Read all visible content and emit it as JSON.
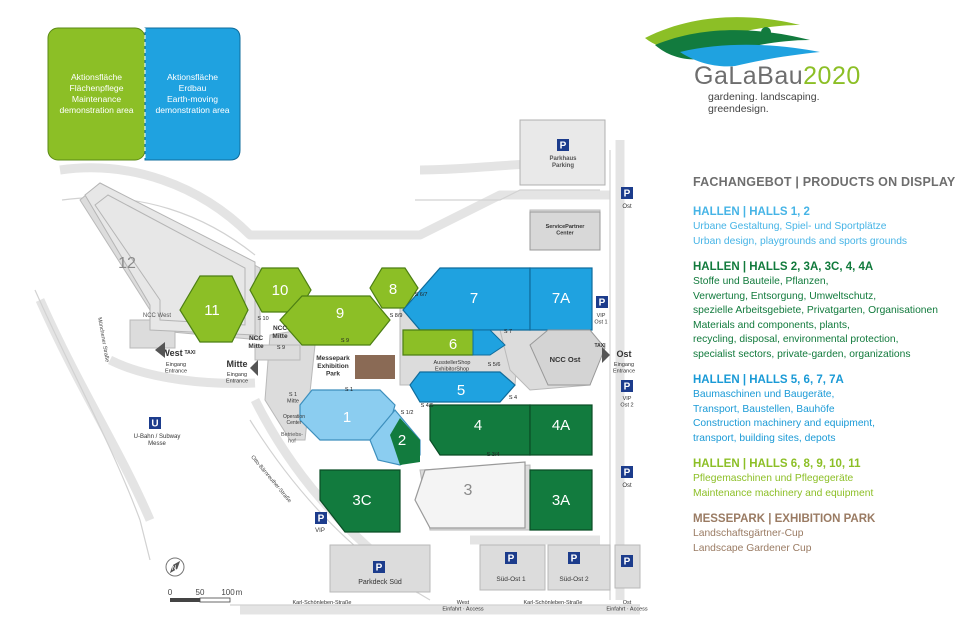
{
  "demo_area": {
    "green_label": "Aktionsfläche\nFlächenpflege\nMaintenance\ndemonstration area",
    "blue_label": "Aktionsfläche\nErdbau\nEarth-moving\ndemonstration area"
  },
  "brand": {
    "name_1": "GaLaBau",
    "name_2": "2020",
    "tag_1": "gardening. landscaping.",
    "tag_2": "greendesign."
  },
  "legend": {
    "heading": "FACHANGEBOT | PRODUCTS ON DISPLAY",
    "sections": [
      {
        "title": "HALLEN | HALLS 1, 2",
        "color": "#46b4e6",
        "lines": [
          "Urbane Gestaltung, Spiel- und Sportplätze",
          "Urban design, playgrounds and sports grounds"
        ]
      },
      {
        "title": "HALLEN | HALLS 2, 3A, 3C, 4, 4A",
        "color": "#117a3c",
        "lines": [
          "Stoffe und Bauteile, Pflanzen,",
          "Verwertung, Entsorgung, Umweltschutz,",
          "spezielle Arbeitsgebiete, Privatgarten, Organisationen",
          "Materials and components, plants,",
          "recycling, disposal, environmental protection,",
          "specialist sectors, private-garden, organizations"
        ]
      },
      {
        "title": "HALLEN | HALLS 5, 6, 7, 7A",
        "color": "#1a9ad6",
        "lines": [
          "Baumaschinen und Baugeräte,",
          "Transport, Baustellen, Bauhöfe",
          "Construction machinery and equipment,",
          "transport, building sites, depots"
        ]
      },
      {
        "title": "HALLEN | HALLS 6, 8, 9, 10, 11",
        "color": "#8cbf26",
        "lines": [
          "Pflegemaschinen und Pflegegeräte",
          "Maintenance machinery and equipment"
        ]
      },
      {
        "title": "MESSEPARK | EXHIBITION PARK",
        "color": "#9a7b63",
        "lines": [
          "Landschaftsgärtner-Cup",
          "Landscape Gardener Cup"
        ]
      }
    ]
  },
  "halls": {
    "h1": "1",
    "h2": "2",
    "h3": "3",
    "h3A": "3A",
    "h3C": "3C",
    "h4": "4",
    "h4A": "4A",
    "h5": "5",
    "h6": "6",
    "h7": "7",
    "h7A": "7A",
    "h8": "8",
    "h9": "9",
    "h10": "10",
    "h11": "11",
    "h12": "12"
  },
  "labels": {
    "parkhaus": "Parkhaus\nParking",
    "service_partner": "ServicePartner\nCenter",
    "ncc_west": "NCC West",
    "ncc_mitte_a": "NCC\nMitte",
    "ncc_mitte_b": "NCC\nMitte",
    "ncc_ost": "NCC Ost",
    "messepark": "Messepark\nExhibition\nPark",
    "aussteller_shop": "AusstellerShop\nExhibitorShop",
    "west": "West",
    "west_sub": "Eingang\nEntrance",
    "mitte": "Mitte",
    "mitte_sub": "Eingang\nEntrance",
    "ost": "Ost",
    "ost_sub": "Eingang\nEntrance",
    "s1_mitte": "S 1\nMitte",
    "operation_center": "Operation\nCenter",
    "betriebshof": "Betriebs-\nhof",
    "ubahn": "U-Bahn / Subway\nMesse",
    "ost_p_top": "Ost",
    "vip_ost1": "VIP\nOst 1",
    "vip_ost2": "VIP\nOst 2",
    "ost_p_mid": "Ost",
    "vip_p": "VIP",
    "parkdeck_sued": "Parkdeck Süd",
    "sued_ost_1": "Süd-Ost 1",
    "sued_ost_2": "Süd-Ost 2",
    "karl_1": "Karl-Schönleben-Straße",
    "karl_2": "Karl-Schönleben-Straße",
    "west_einfahrt": "West\nEinfahrt · Access",
    "ost_einfahrt": "Ost\nEinfahrt · Access",
    "muenchener": "Münchener Straße",
    "otto": "Otto-Bärnreuther-Straße",
    "taxi": "TAXI",
    "s_labels": [
      "S 10",
      "S 9",
      "S 9",
      "S 8/9",
      "S 6/7",
      "S 7",
      "S 5/6",
      "S 1",
      "S 1/2",
      "S 4/5",
      "S 4",
      "S 3/4"
    ]
  },
  "scale_bar": {
    "v0": "0",
    "v1": "50",
    "v2": "100",
    "unit": "m"
  },
  "compass": "N",
  "colors": {
    "light_blue": "#8bcdf0",
    "blue": "#1fa2e0",
    "dark_green": "#127b3e",
    "lime": "#8cbf26",
    "brown": "#8a6a55",
    "grey_building": "#cfcfcf",
    "road": "#e6e6e6",
    "text_grey": "#6e6e6e"
  }
}
